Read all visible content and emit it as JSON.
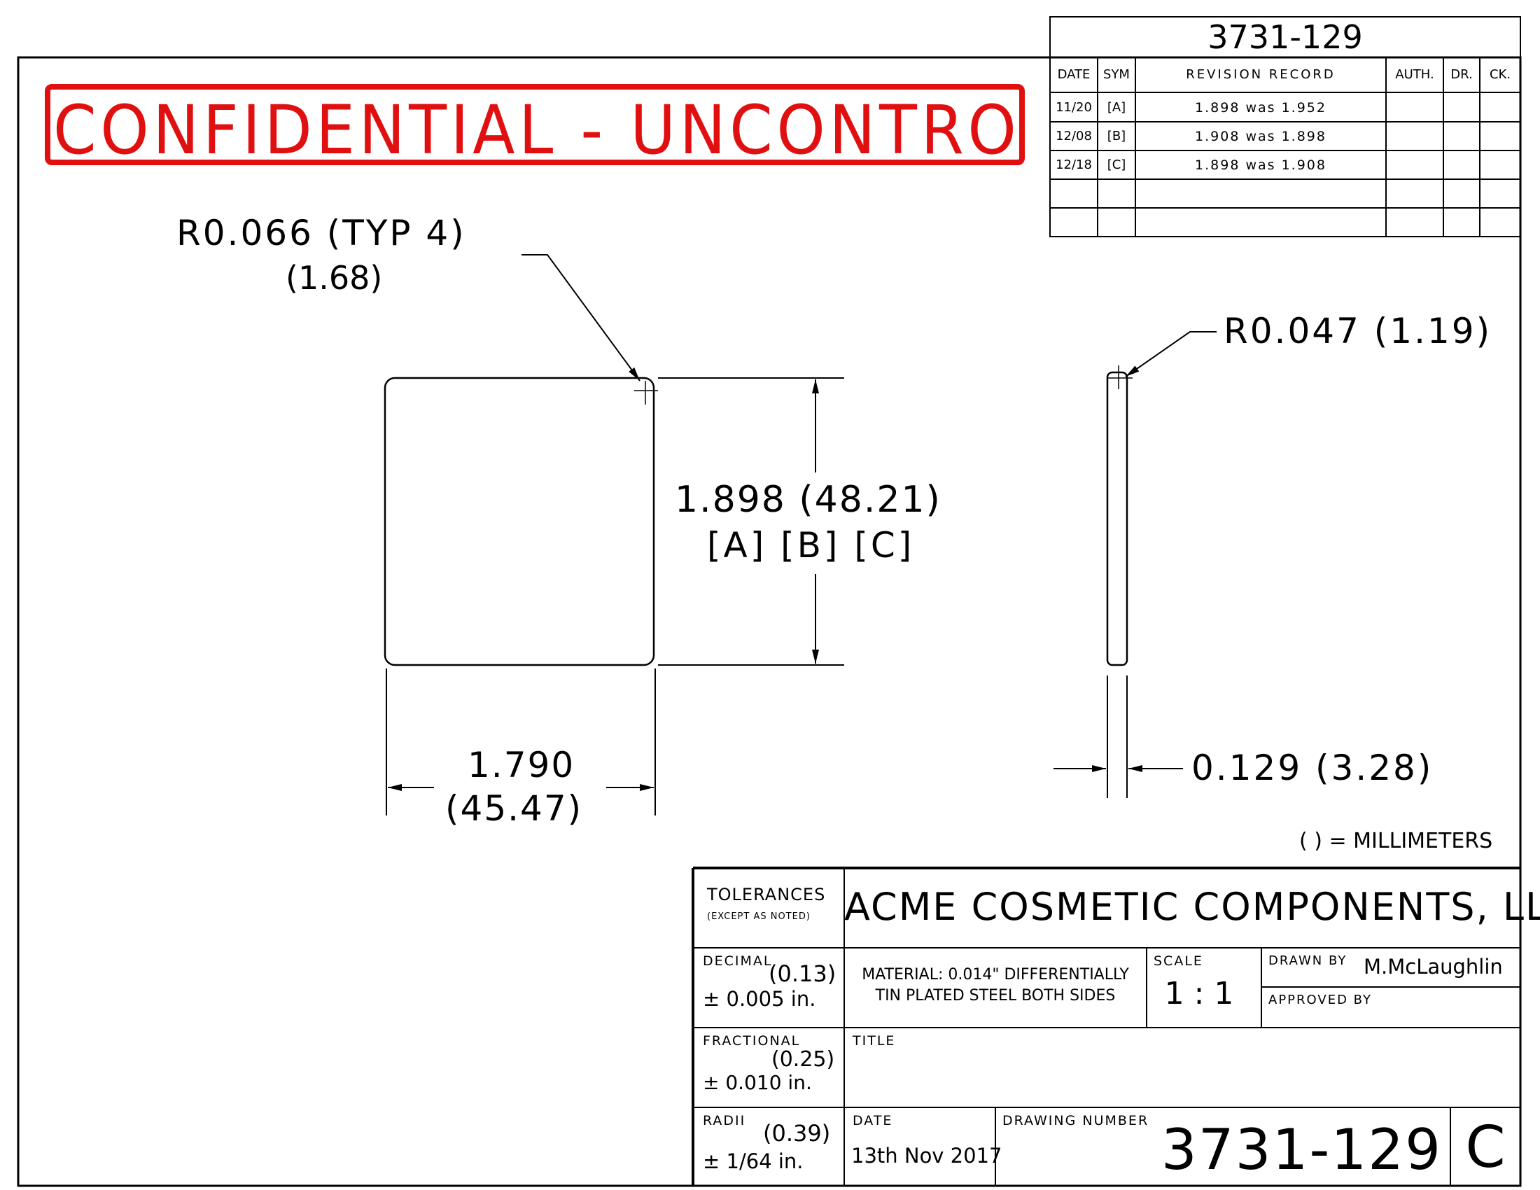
{
  "header_number": "3731-129",
  "banner": "CONFIDENTIAL - UNCONTROLLED",
  "revision_table": {
    "headers": {
      "date": "DATE",
      "sym": "SYM",
      "record": "REVISION RECORD",
      "auth": "AUTH.",
      "dr": "DR.",
      "ck": "CK."
    },
    "rows": [
      {
        "date": "11/20",
        "sym": "[A]",
        "record": "1.898 was 1.952"
      },
      {
        "date": "12/08",
        "sym": "[B]",
        "record": "1.908 was 1.898"
      },
      {
        "date": "12/18",
        "sym": "[C]",
        "record": "1.898 was 1.908"
      }
    ]
  },
  "dimensions": {
    "corner_radius": "R0.066 (TYP 4)",
    "corner_radius_mm": "(1.68)",
    "height": "1.898 (48.21)",
    "height_revs": "[A] [B] [C]",
    "width": "1.790",
    "width_mm": "(45.47)",
    "edge_radius": "R0.047 (1.19)",
    "thickness": "0.129 (3.28)",
    "units_note": "( ) = MILLIMETERS"
  },
  "title_block": {
    "tolerances_label": "TOLERANCES",
    "except_note": "(EXCEPT AS NOTED)",
    "company": "ACME COSMETIC COMPONENTS, LLC",
    "decimal_label": "DECIMAL",
    "decimal_mm": "(0.13)",
    "decimal_value": "± 0.005 in.",
    "material_line1": "MATERIAL: 0.014\" DIFFERENTIALLY",
    "material_line2": "TIN PLATED STEEL BOTH SIDES",
    "scale_label": "SCALE",
    "scale_value": "1:1",
    "drawn_by_label": "DRAWN BY",
    "drawn_by": "M.McLaughlin",
    "approved_by_label": "APPROVED BY",
    "fractional_label": "FRACTIONAL",
    "fractional_mm": "(0.25)",
    "fractional_value": "± 0.010 in.",
    "title_label": "TITLE",
    "radii_label": "RADII",
    "radii_mm": "(0.39)",
    "radii_value": "± 1/64 in.",
    "date_label": "DATE",
    "date_value": "13th Nov 2017",
    "drawing_number_label": "DRAWING NUMBER",
    "drawing_number": "3731-129",
    "revision_letter": "C"
  }
}
